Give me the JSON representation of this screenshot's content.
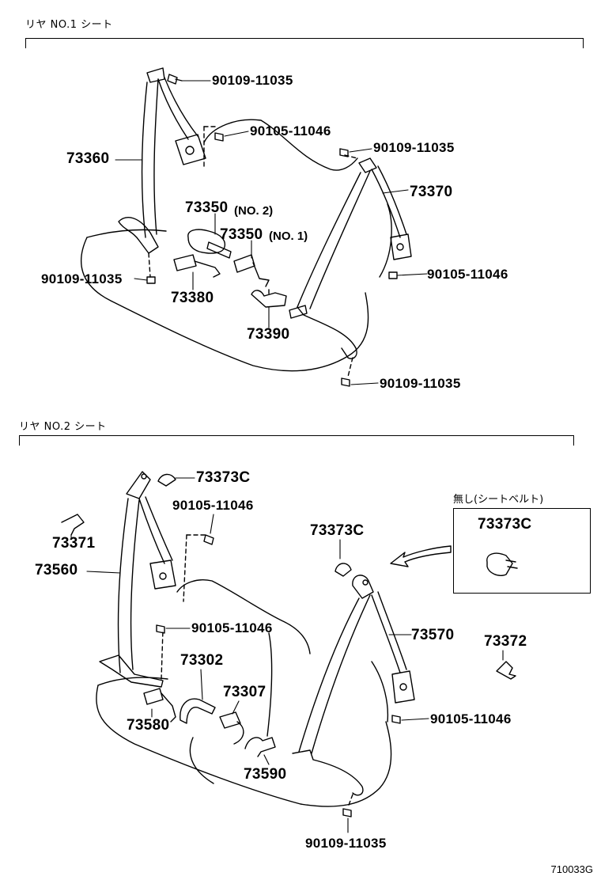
{
  "sections": [
    {
      "title": "リヤ NO.1 シート"
    },
    {
      "title": "リヤ NO.2 シート"
    }
  ],
  "labels": {
    "s1": [
      "90109-11035",
      "90105-11046",
      "90109-11035",
      "73360",
      "73370",
      "73350",
      "(NO. 2)",
      "73350",
      "(NO. 1)",
      "90105-11046",
      "90109-11035",
      "73380",
      "73390",
      "90109-11035"
    ],
    "s2": [
      "73373C",
      "90105-11046",
      "73371",
      "73560",
      "73373C",
      "90105-11046",
      "73570",
      "73372",
      "73302",
      "73307",
      "73580",
      "90105-11046",
      "73590",
      "90109-11035"
    ]
  },
  "inset": {
    "caption": "無し(シートベルト)",
    "part": "73373C"
  },
  "figure_number": "710033G"
}
